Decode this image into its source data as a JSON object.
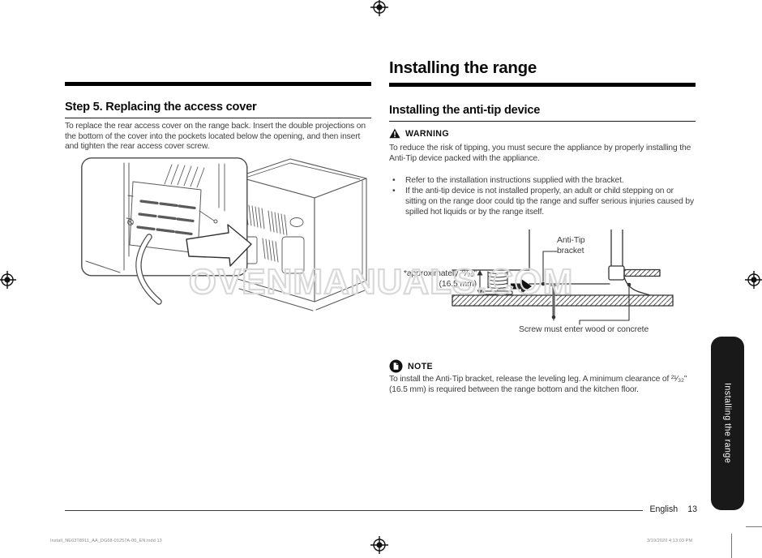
{
  "document": {
    "left": {
      "heading": "Step 5. Replacing the access cover",
      "body": "To replace the rear access cover on the range back. Insert the double projections on the bottom of the cover into the pockets located below the opening, and then insert and tighten the rear access cover screw."
    },
    "right": {
      "title": "Installing the range",
      "section_heading": "Installing the anti-tip device",
      "warning": {
        "label": "WARNING",
        "body": "To reduce the risk of tipping, you must secure the appliance by properly installing the Anti-Tip device packed with the appliance."
      },
      "bullet_char": "•",
      "bullets": [
        "Refer to the installation instructions supplied with the bracket.",
        "If the anti-tip device is not installed properly, an adult or child stepping on or sitting on the range door could tip the range and suffer serious injuries caused by spilled hot liquids or by the range itself."
      ],
      "diagram": {
        "bracket_label": "Anti-Tip bracket",
        "clearance_label": "*approximately ²¹⁄₃₂\" (16.5 mm)",
        "screw_label": "Screw must enter wood or concrete"
      },
      "note": {
        "label": "NOTE",
        "body": "To install the Anti-Tip bracket, release the leveling leg. A minimum clearance of ²¹⁄₃₂\" (16.5 mm) is required between the range bottom and the kitchen floor."
      }
    },
    "watermark": "OVENMANUALS.COM",
    "side_tab": "Installing the range",
    "footer": {
      "language": "English",
      "page_number": "13"
    },
    "print_meta": {
      "file_line": "Install_NE63T8911_AA_DG68-01257A-00_EN.indd   13",
      "timestamp": "3/19/2020   4:13:03 PM"
    },
    "colors": {
      "tab_background": "#191919",
      "watermark_gray": "#d9d9d9",
      "body_text": "#3f3f3f"
    }
  }
}
